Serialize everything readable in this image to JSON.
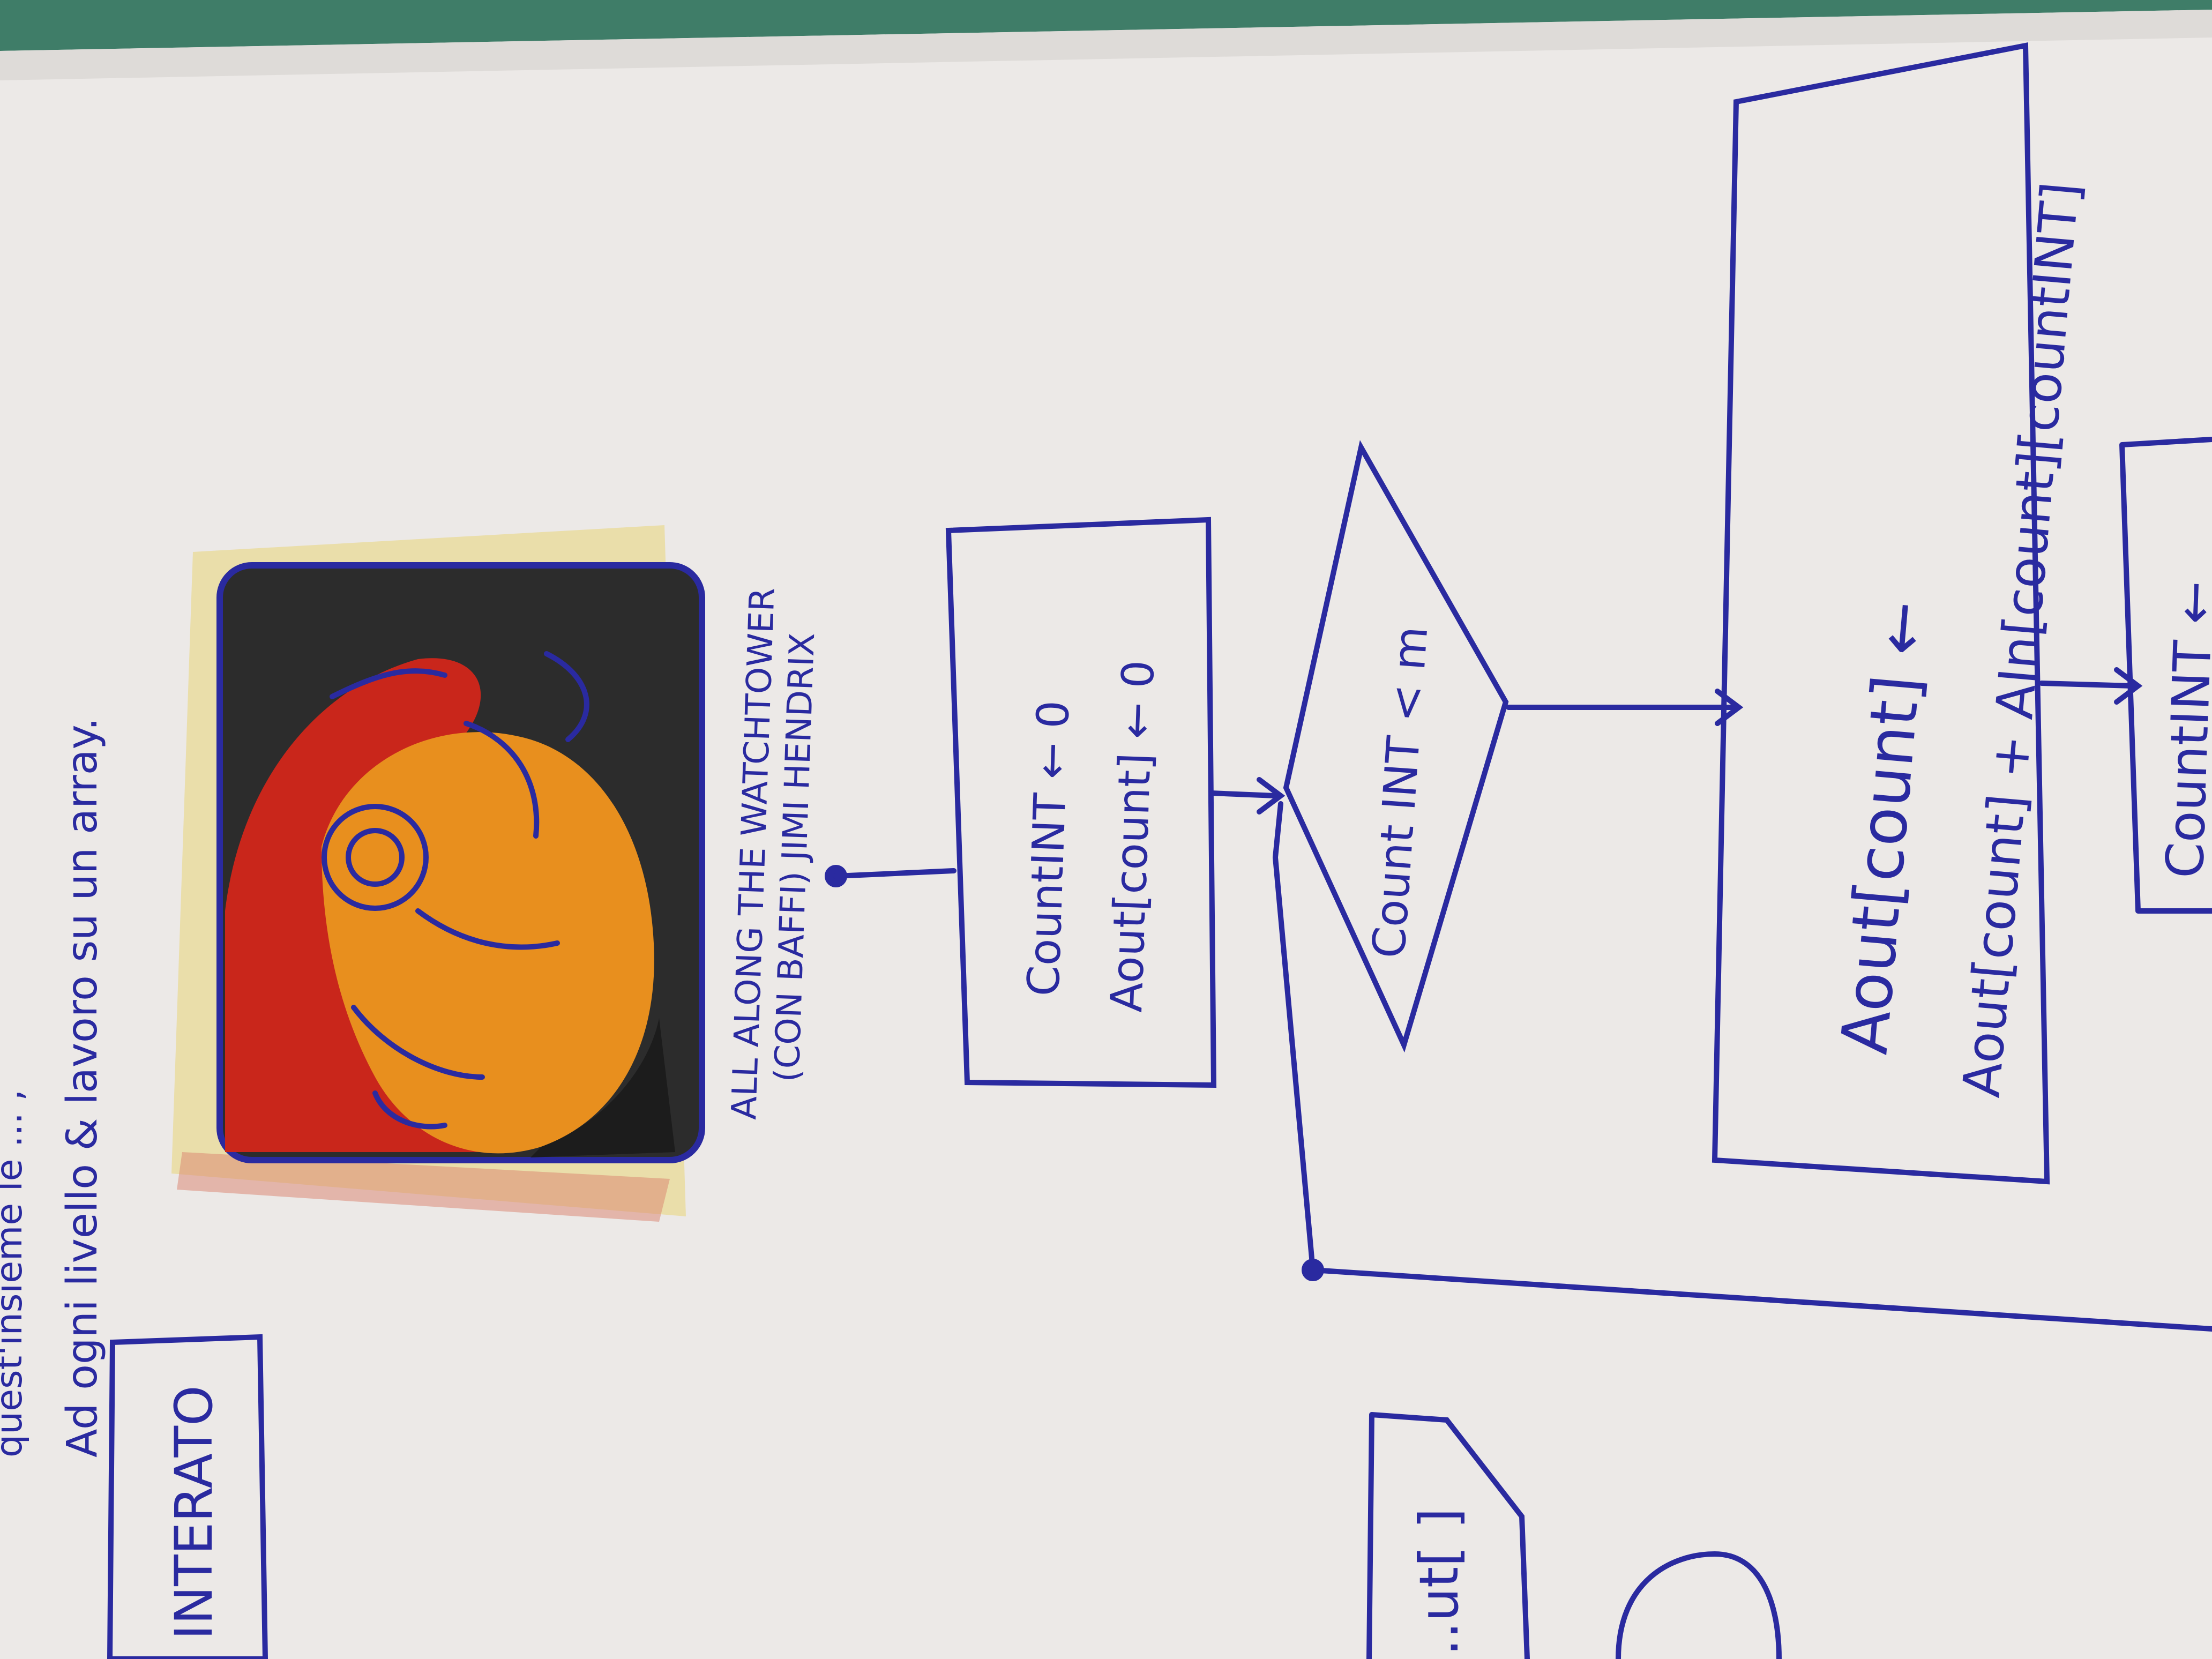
{
  "page_top_text": {
    "line1": "quest'insieme le ... ,",
    "line2": "Ad ogni livello & lavoro su un array."
  },
  "left_box_label": "INTERATO",
  "portrait_caption": {
    "line1": "ALL ALONG THE WATCHTOWER",
    "line2": "(CON BAFFI) JIMI HENDRIX"
  },
  "flowchart": {
    "init_box": {
      "line1": "CountINT ← 0",
      "line2": "Aout[count] ← 0"
    },
    "decision": "Count INT < m",
    "process_box": {
      "line1": "Aout[count] ←",
      "line2": "Aout[count] + AIn[count][countINT]"
    },
    "next_box": "CountINT ←",
    "lower_left_box": "..ut[ ]"
  },
  "colors": {
    "ink": "#2a2aa0",
    "paper": "#ece9e7",
    "cover": "#3f7d68",
    "hair": "#c9261b",
    "skin": "#e88f1e",
    "background_fill": "#2c2c2c"
  }
}
